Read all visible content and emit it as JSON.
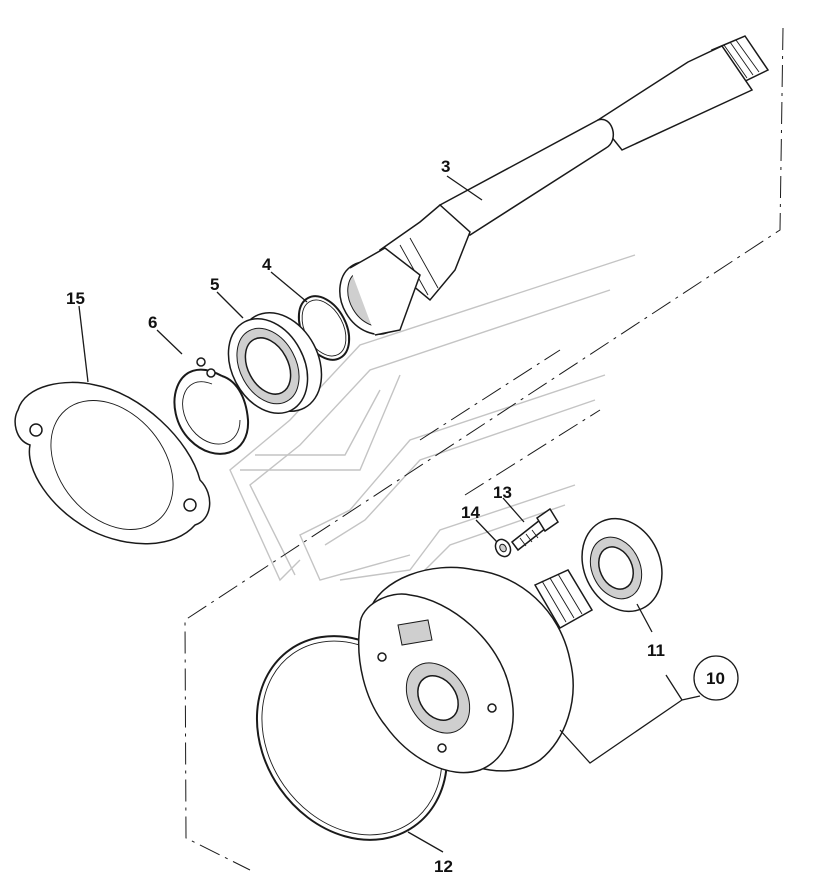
{
  "callouts": {
    "c3": "3",
    "c4": "4",
    "c5": "5",
    "c6": "6",
    "c10": "10",
    "c11": "11",
    "c12": "12",
    "c13": "13",
    "c14": "14",
    "c15": "15"
  },
  "colors": {
    "line": "#1a1a1a",
    "watermark": "#c4c4c4",
    "background": "#ffffff"
  }
}
